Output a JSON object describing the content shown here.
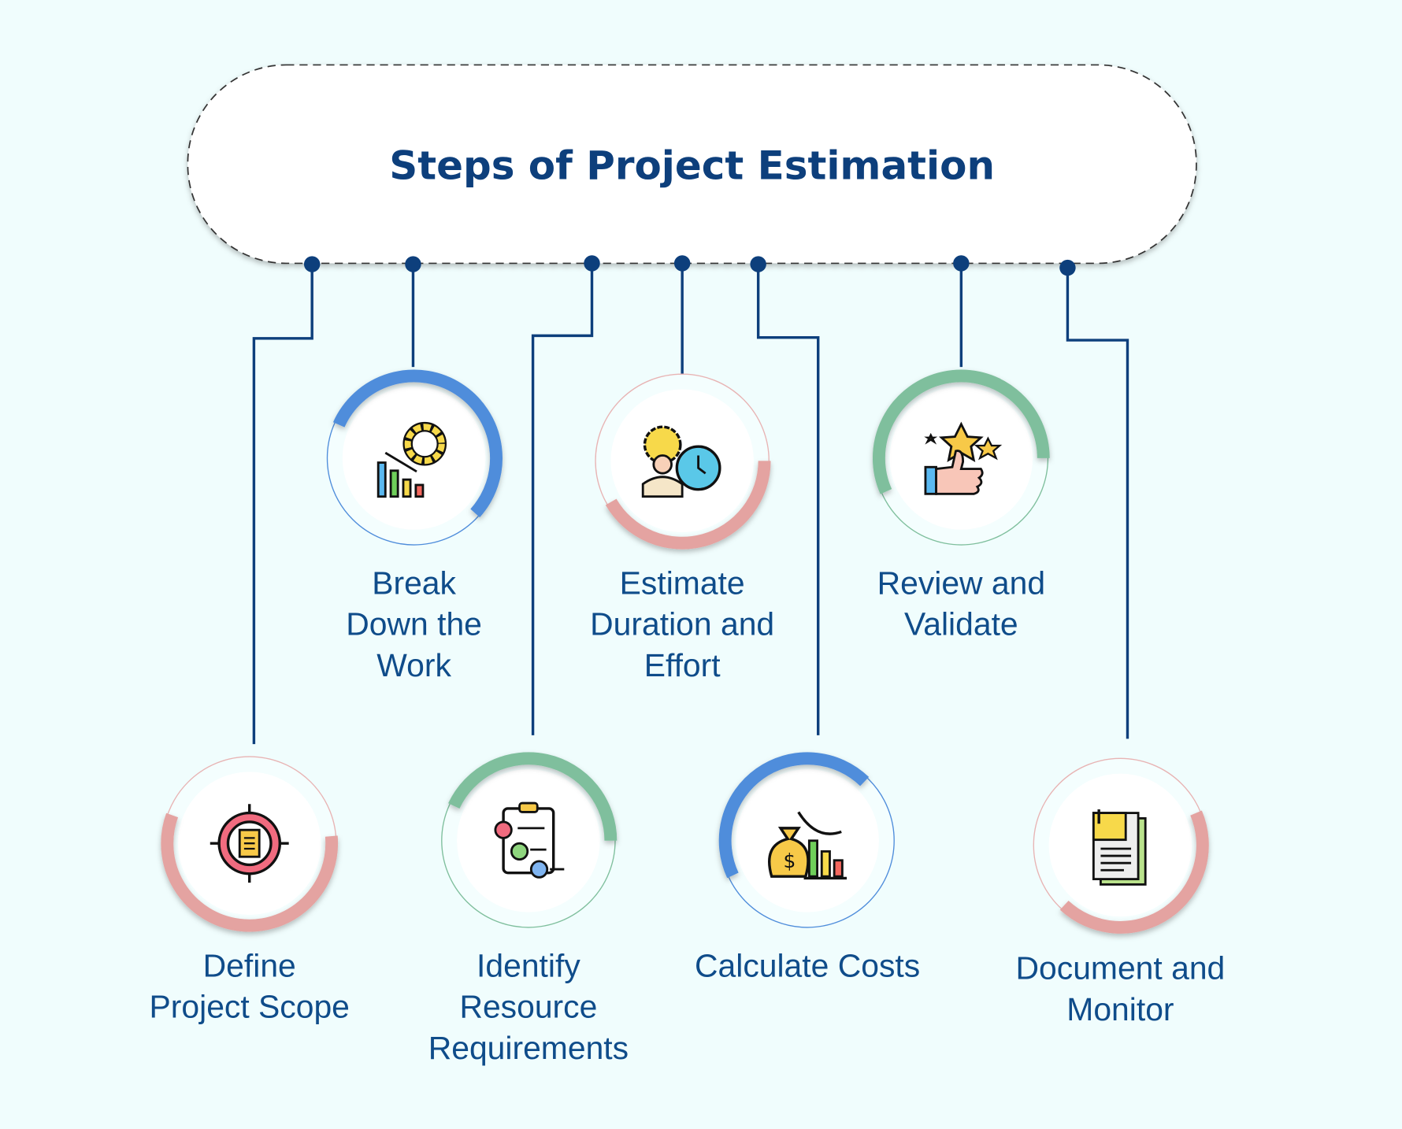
{
  "title": "Steps of Project Estimation",
  "colors": {
    "background": "#f0fdfd",
    "primary": "#0d3f7c",
    "pink": "#e4a3a1",
    "blue": "#4f8ddb",
    "green": "#7fbf9d"
  },
  "steps": [
    {
      "lines": [
        "Define",
        "Project Scope"
      ],
      "icon": "target-document-icon",
      "accent": "pink"
    },
    {
      "lines": [
        "Break",
        "Down the",
        "Work"
      ],
      "icon": "chart-gear-icon",
      "accent": "blue"
    },
    {
      "lines": [
        "Identify",
        "Resource",
        "Requirements"
      ],
      "icon": "clipboard-list-icon",
      "accent": "green"
    },
    {
      "lines": [
        "Estimate",
        "Duration and",
        "Effort"
      ],
      "icon": "person-gear-clock-icon",
      "accent": "pink"
    },
    {
      "lines": [
        "Calculate Costs"
      ],
      "icon": "money-bag-chart-icon",
      "accent": "blue"
    },
    {
      "lines": [
        "Review and",
        "Validate"
      ],
      "icon": "thumbs-up-stars-icon",
      "accent": "green"
    },
    {
      "lines": [
        "Document and",
        "Monitor"
      ],
      "icon": "documents-icon",
      "accent": "pink"
    }
  ]
}
